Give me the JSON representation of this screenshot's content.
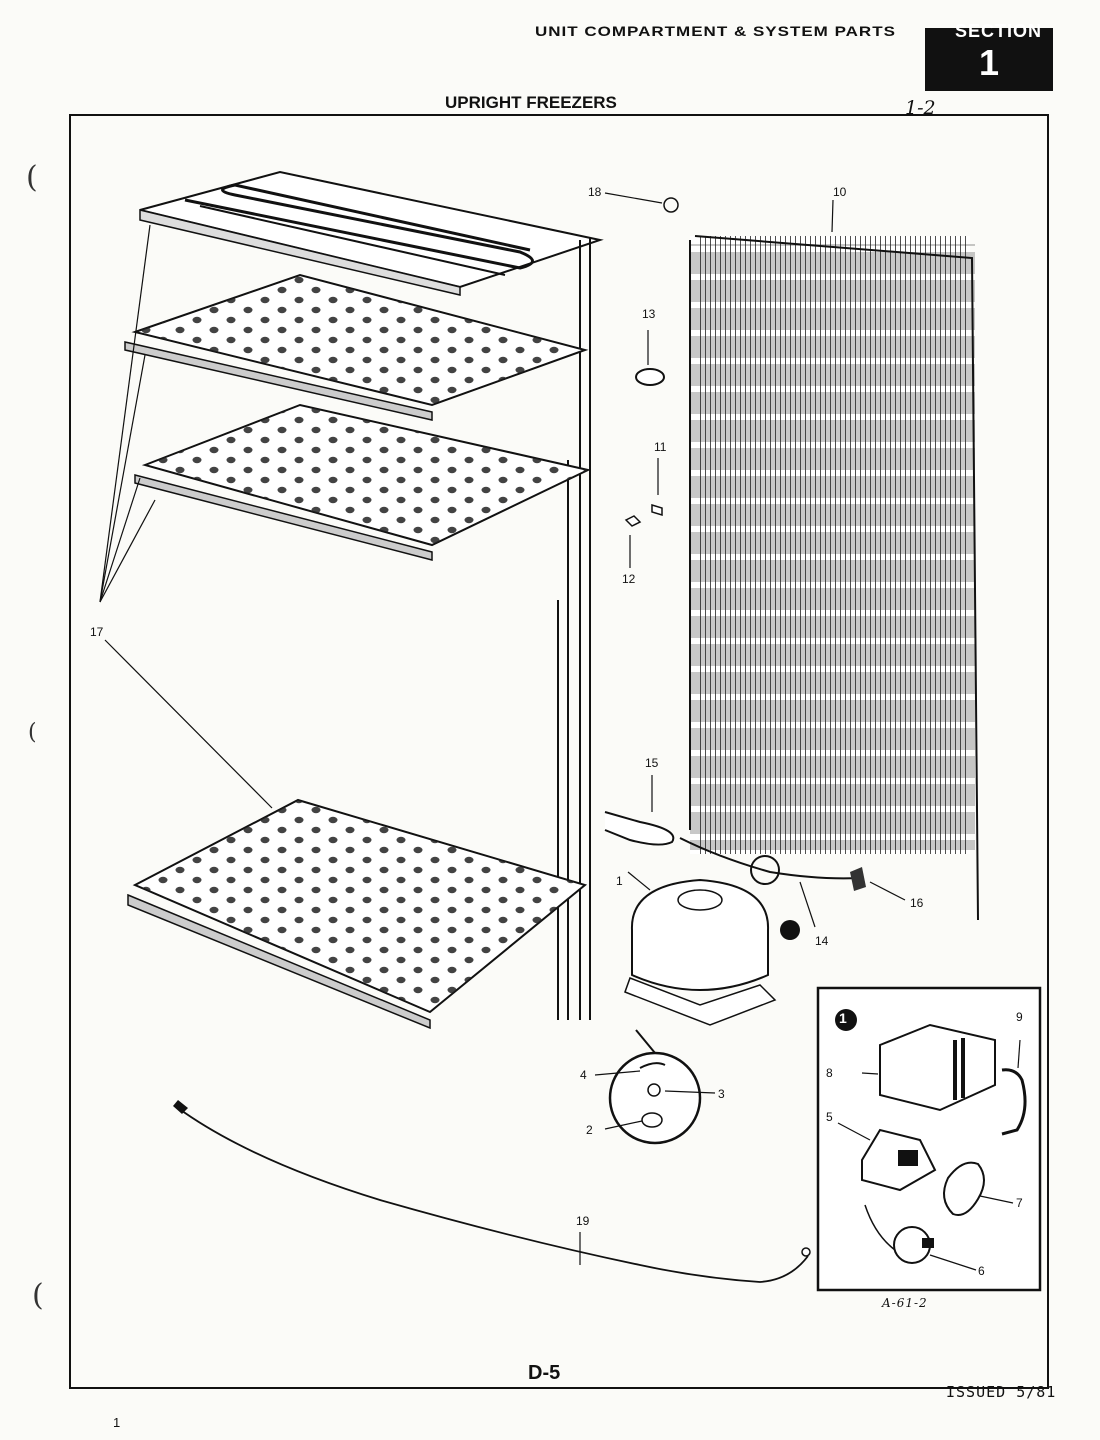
{
  "header": {
    "system_parts": "UNIT COMPARTMENT & SYSTEM PARTS",
    "section_label": "SECTION",
    "section_number": "1",
    "title": "UPRIGHT FREEZERS",
    "page_ref": "1-2"
  },
  "footer": {
    "page_code": "D-5",
    "issued": "ISSUED 5/81",
    "corner_mark": "1"
  },
  "inset": {
    "marker": "1",
    "caption": "A-61-2"
  },
  "callouts": [
    "1",
    "2",
    "3",
    "4",
    "5",
    "6",
    "7",
    "8",
    "9",
    "10",
    "11",
    "12",
    "13",
    "14",
    "15",
    "16",
    "17",
    "18",
    "19"
  ],
  "colors": {
    "ink": "#111111",
    "paper": "#fbfbf8"
  }
}
